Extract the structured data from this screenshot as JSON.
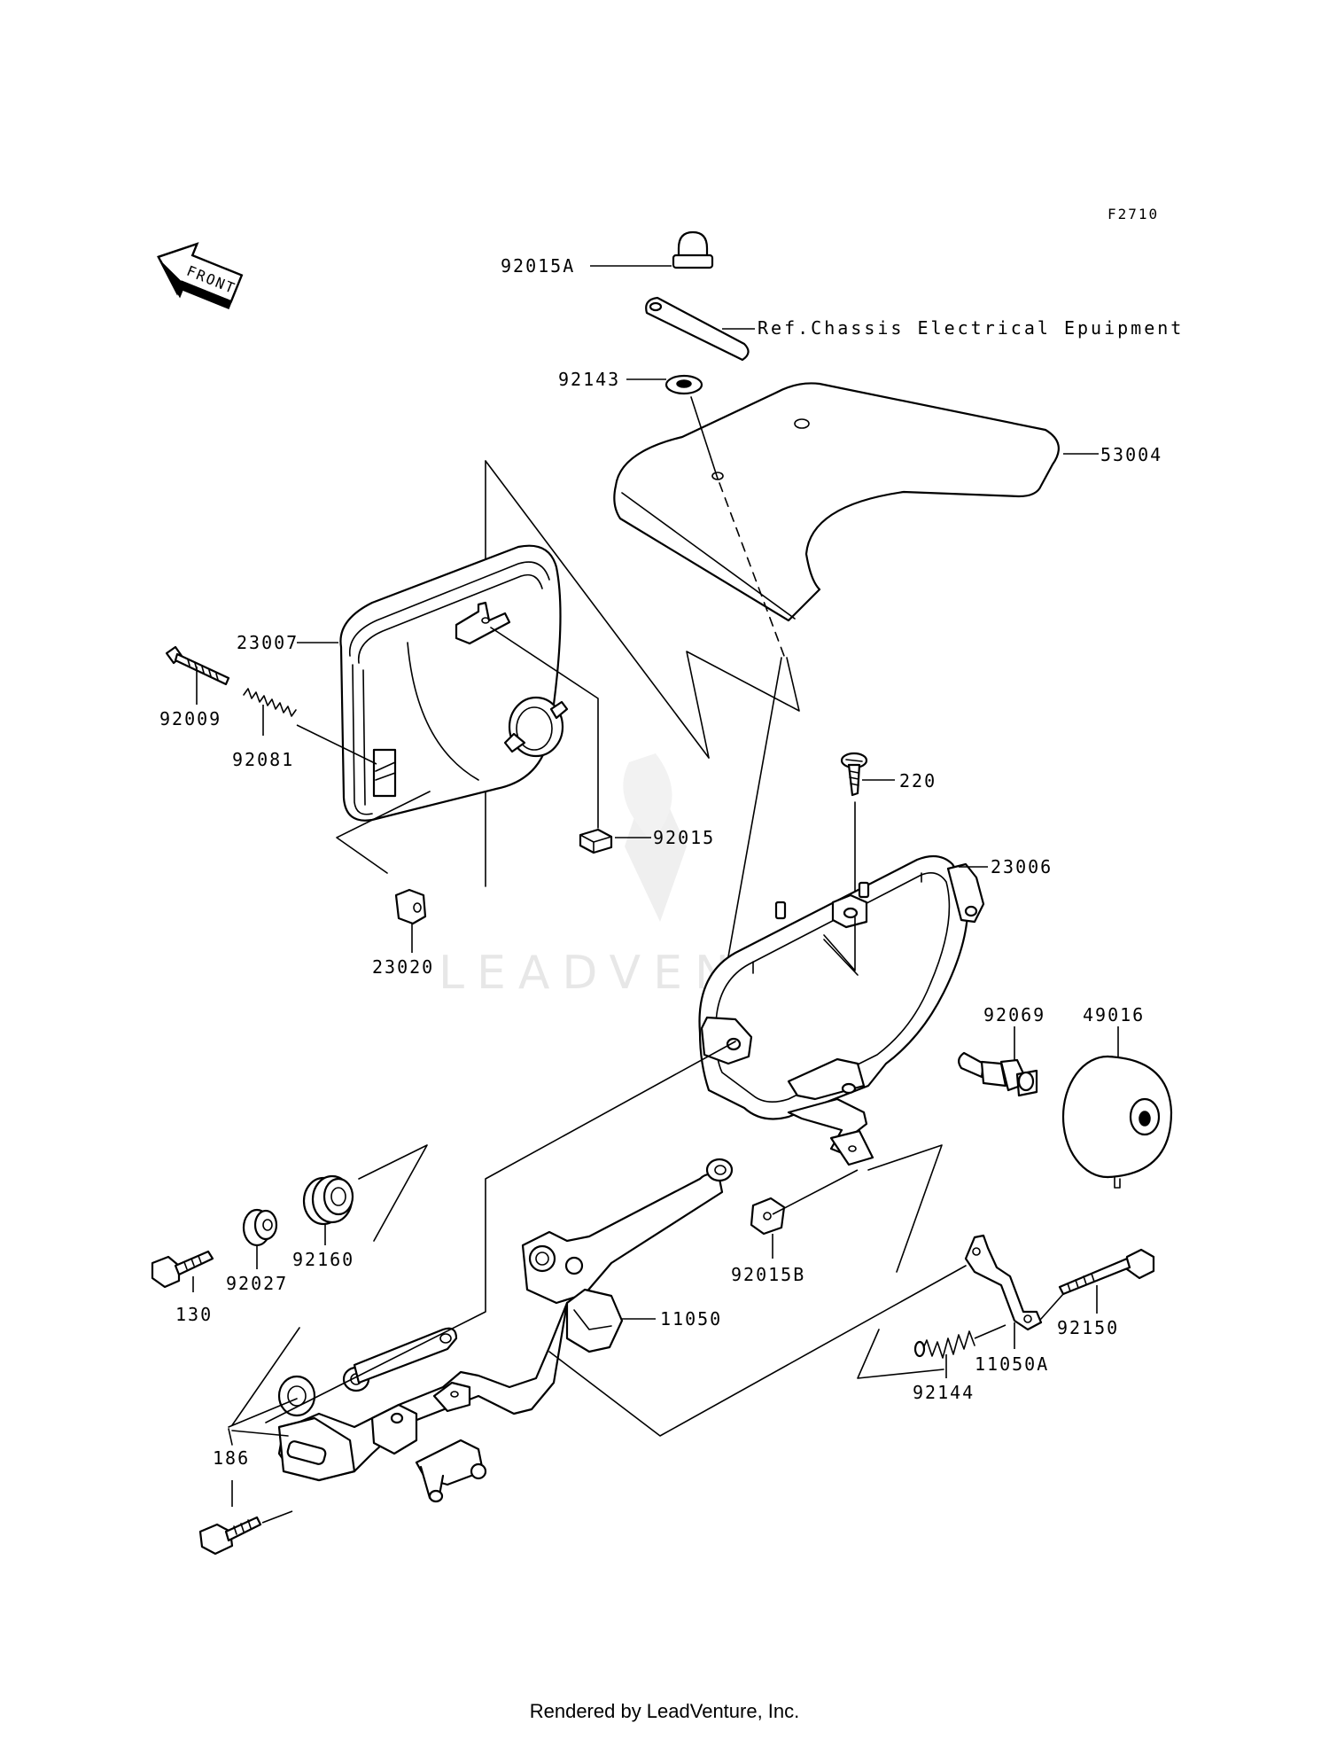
{
  "figure_code": "F2710",
  "front_label": "FRONT",
  "reference_note": "Ref.Chassis Electrical Epuipment",
  "watermark": "LEADVENTURE",
  "parts": {
    "p92015A": "92015A",
    "p92143": "92143",
    "p53004": "53004",
    "p23007": "23007",
    "p92009": "92009",
    "p92081": "92081",
    "p92015": "92015",
    "p23020": "23020",
    "p220": "220",
    "p23006": "23006",
    "p92069": "92069",
    "p49016": "49016",
    "p92160": "92160",
    "p92027": "92027",
    "p130": "130",
    "p92015B": "92015B",
    "p11050": "11050",
    "p92150": "92150",
    "p11050A": "11050A",
    "p92144": "92144",
    "p186": "186"
  },
  "footer": "Rendered by LeadVenture, Inc."
}
